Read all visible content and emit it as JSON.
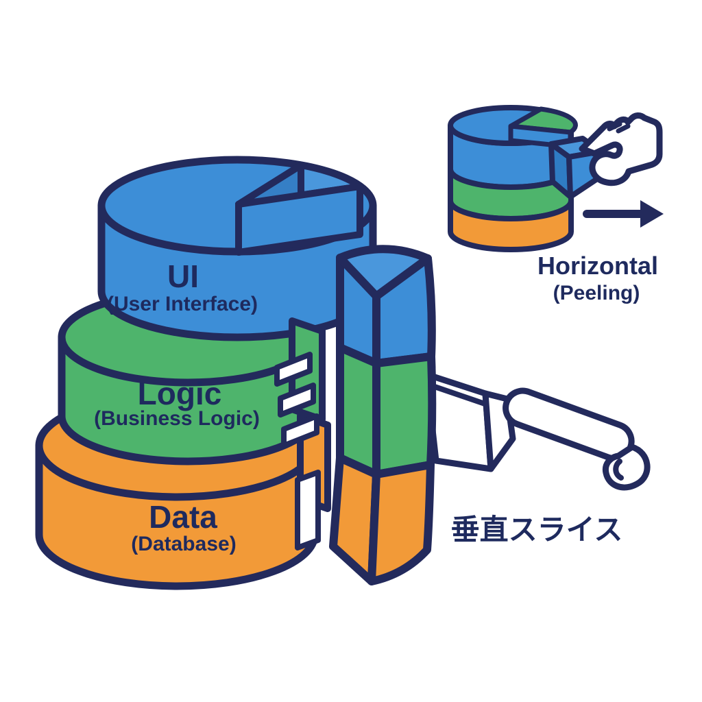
{
  "background": "#ffffff",
  "palette": {
    "outline": "#232a5c",
    "text": "#1e2a5e",
    "blue": "#3d8ed7",
    "blue_light": "#4a97dc",
    "blue_dark": "#2f7cc4",
    "green": "#4eb46c",
    "orange": "#f29a38",
    "white": "#ffffff"
  },
  "main_diagram": {
    "description": "Three-tier layered architecture cake with a vertical slice cut out",
    "layers": [
      {
        "label": "UI",
        "sublabel": "(User Interface)",
        "color": "#3d8ed7"
      },
      {
        "label": "Logic",
        "sublabel": "(Business Logic)",
        "color": "#4eb46c"
      },
      {
        "label": "Data",
        "sublabel": "(Database)",
        "color": "#f29a38"
      }
    ],
    "vertical_slice": {
      "label": "垂直スライス",
      "bands": [
        "#3d8ed7",
        "#4eb46c",
        "#f29a38"
      ]
    },
    "knife": "knife pointing at the vertical slice"
  },
  "mini_diagram": {
    "label": "Horizontal",
    "sublabel": "(Peeling)",
    "layers": [
      "#3d8ed7",
      "#4eb46c",
      "#f29a38"
    ],
    "hand": "hand peeling a chunk off the top layer",
    "arrow": "arrow pointing right"
  }
}
